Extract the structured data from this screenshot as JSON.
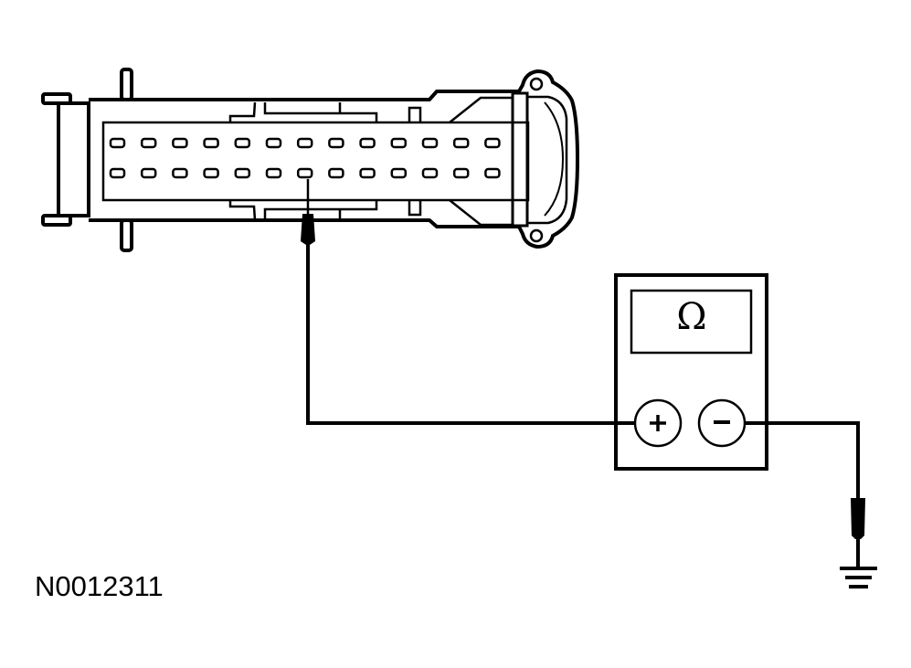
{
  "figure": {
    "id_label": "N0012311"
  },
  "connector": {
    "name": "multi-pin connector",
    "rows": 2,
    "pins_per_row": 13,
    "probed_pin": {
      "row": 2,
      "index": 7
    }
  },
  "meter": {
    "display_symbol": "Ω",
    "terminals": [
      {
        "name": "positive",
        "symbol": "+"
      },
      {
        "name": "negative",
        "symbol": "−"
      }
    ]
  },
  "ground": {
    "symbol": "ground"
  },
  "colors": {
    "line": "#000000",
    "background": "#ffffff"
  }
}
